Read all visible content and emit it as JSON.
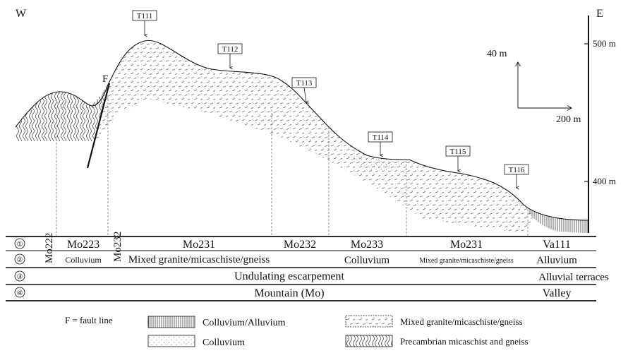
{
  "orientation": {
    "west": "W",
    "east": "E"
  },
  "elevation_axis": {
    "top_label": "500 m",
    "bottom_label": "400 m"
  },
  "scale_bar": {
    "vertical": "40 m",
    "horizontal": "200 m"
  },
  "fault_label": "F",
  "transect_points": [
    "T111",
    "T112",
    "T113",
    "T114",
    "T115",
    "T116"
  ],
  "table": {
    "row_numbers": [
      "①",
      "②",
      "③",
      "④"
    ],
    "row1": [
      "Mo222",
      "Mo223",
      "Mo232",
      "Mo231",
      "Mo232",
      "Mo233",
      "Mo231",
      "Va111"
    ],
    "row2": [
      "Colluvium",
      "Mixed granite/micaschiste/gneiss",
      "Colluvium",
      "Mixed granite/micaschiste/gneiss",
      "Alluvium"
    ],
    "row3": [
      "Undulating escarpement",
      "Alluvial terraces"
    ],
    "row4": [
      "Mountain (Mo)",
      "Valley"
    ]
  },
  "legend": {
    "fault": "F = fault line",
    "items": [
      "Colluvium/Alluvium",
      "Colluvium",
      "Mixed granite/micaschiste/gneiss",
      "Precambrian micaschist and gneiss"
    ]
  }
}
